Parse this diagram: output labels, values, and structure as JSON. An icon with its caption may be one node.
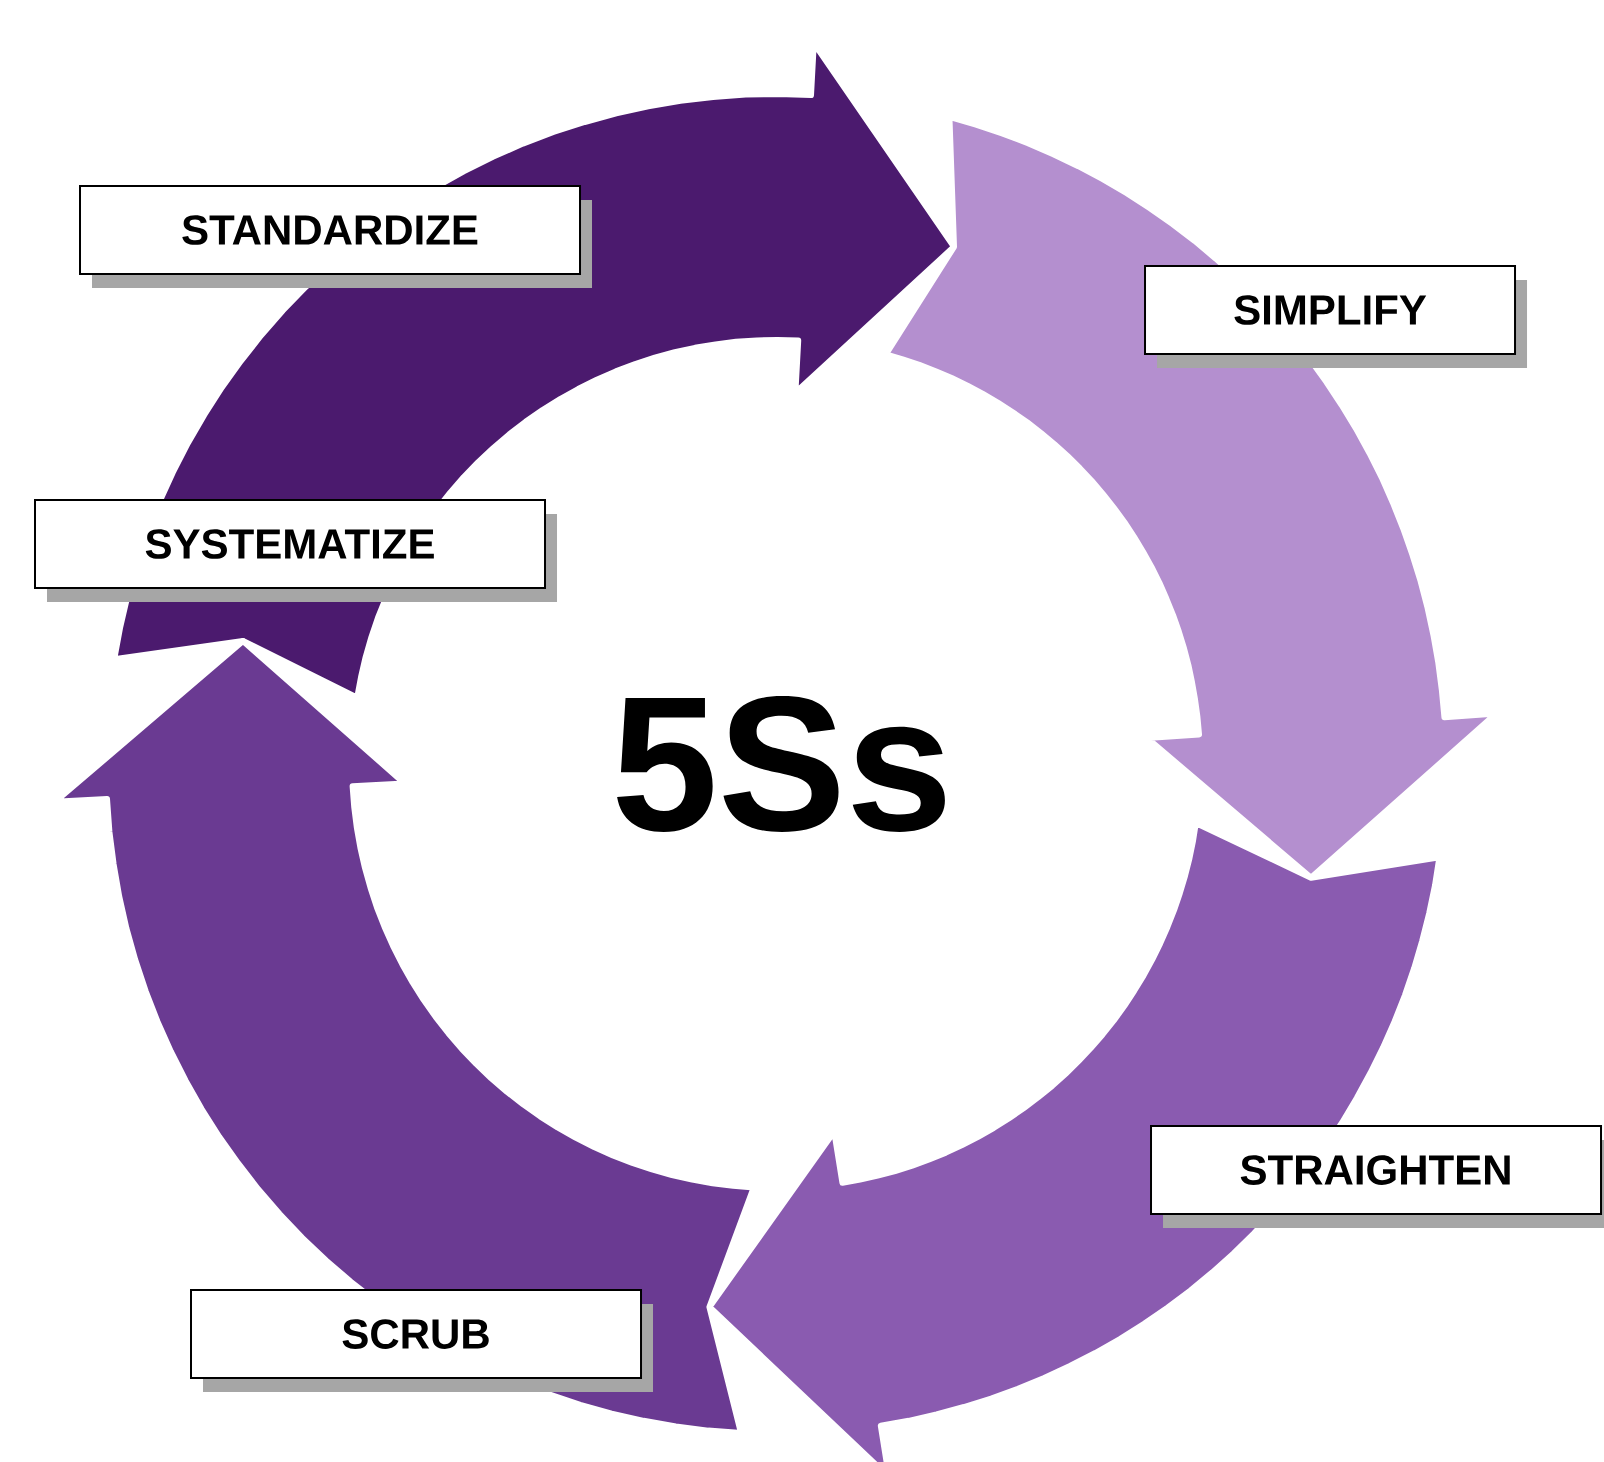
{
  "diagram": {
    "nodes": [
      {
        "text": [
          "STANDARDIZE"
        ]
      },
      {
        "text": [
          "SIMPLIFY"
        ]
      },
      {
        "text": [
          "SYSTEMATIZE"
        ]
      },
      {
        "text": [
          "STRAIGHTEN"
        ]
      },
      {
        "text": [
          "SCRUB"
        ]
      }
    ],
    "labels": [
      "5Ss"
    ]
  }
}
